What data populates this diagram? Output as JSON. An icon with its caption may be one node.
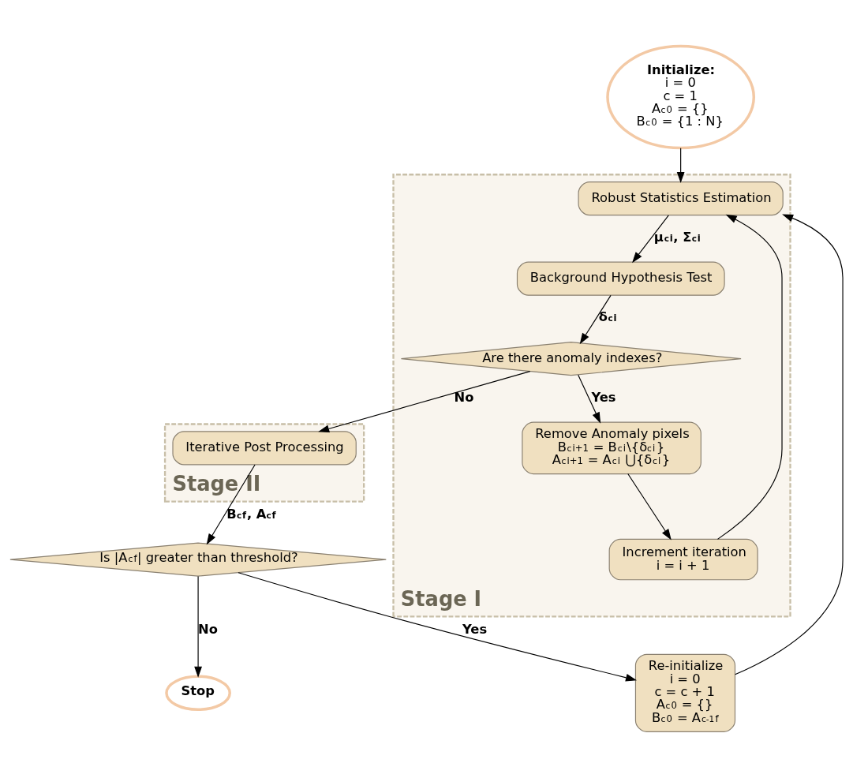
{
  "diagram": {
    "nodes": [
      {
        "text": [
          "Initialize:",
          "i = 0",
          "c = 1",
          "A$_{c}$$^{0}$ = {}",
          "B$_{c}$$^{0}$ = {1 : N}"
        ]
      },
      {
        "text": [
          "Stage I"
        ]
      },
      {
        "text": [
          "Robust Statistics Estimation"
        ],
        "in": 1
      },
      {
        "text": [
          "Background Hypothesis Test"
        ],
        "in": 1
      },
      {
        "text": [
          "Are there anomaly indexes?"
        ],
        "in": 1
      },
      {
        "text": [
          "Remove Anomaly pixels",
          "B$_{c}$$^{i+1}$ = B$_{c}$$^{i}$\\{δ$_{c}$$^{i}$}",
          "A$_{c}$$^{i+1}$ = A$_{c}$$^{i}$ ⋃{δ$_{c}$$^{i}$}"
        ],
        "in": 1
      },
      {
        "text": [
          "Increment iteration",
          "i = i + 1"
        ],
        "in": 1
      },
      {
        "text": [
          "Stage II"
        ]
      },
      {
        "text": [
          "Iterative Post Processing"
        ],
        "in": 7
      },
      {
        "text": [
          "Is |A$_{c}$$^{f}$| greater than threshold?"
        ]
      },
      {
        "text": [
          "Re-initialize",
          "i = 0",
          "c = c + 1",
          "A$_{c}$$^{0}$ = {}",
          "B$_{c}$$^{0}$ = A$_{c-1}$$^{f}$"
        ]
      },
      {
        "text": [
          "Stop"
        ]
      }
    ],
    "edges": [
      {
        "from": 0,
        "to": 2,
        "arrow": "to"
      },
      {
        "from": 2,
        "to": 3,
        "arrow": "to",
        "label": "μ$_{c}$$^{i}$, Σ$_{c}$$^{i}$"
      },
      {
        "from": 3,
        "to": 4,
        "arrow": "to",
        "label": "δ$_{c}$$^{i}$"
      },
      {
        "from": 4,
        "to": 8,
        "arrow": "to",
        "label": "No"
      },
      {
        "from": 4,
        "to": 5,
        "arrow": "to",
        "label": "Yes"
      },
      {
        "from": 5,
        "to": 6,
        "arrow": "to"
      },
      {
        "from": 6,
        "to": 2,
        "arrow": "to"
      },
      {
        "from": 8,
        "to": 9,
        "arrow": "to",
        "label": "B$_{c}$$^{f}$, A$_{c}$$^{f}$"
      },
      {
        "from": 9,
        "to": 10,
        "arrow": "to",
        "label": "Yes"
      },
      {
        "from": 10,
        "to": 2,
        "arrow": "to"
      },
      {
        "from": 9,
        "to": 11,
        "arrow": "to",
        "label": "No"
      }
    ]
  }
}
